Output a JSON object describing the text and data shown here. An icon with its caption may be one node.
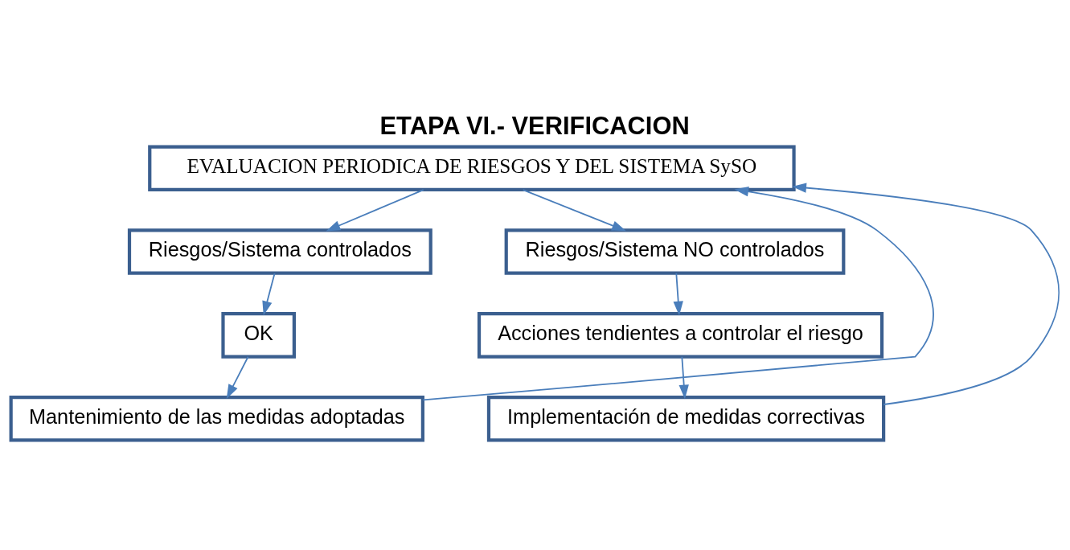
{
  "diagram": {
    "title": "ETAPA VI.- VERIFICACION",
    "nodes": [
      {
        "text": [
          "EVALUACION PERIODICA DE RIESGOS Y DEL SISTEMA SySO"
        ]
      },
      {
        "text": [
          "Riesgos/Sistema controlados"
        ]
      },
      {
        "text": [
          "Riesgos/Sistema NO controlados"
        ]
      },
      {
        "text": [
          "OK"
        ]
      },
      {
        "text": [
          "Acciones tendientes a controlar el riesgo"
        ]
      },
      {
        "text": [
          "Mantenimiento de las medidas adoptadas"
        ]
      },
      {
        "text": [
          "Implementación de medidas correctivas"
        ]
      }
    ],
    "edges": [
      {
        "from": 0,
        "to": 1,
        "arrow": "to"
      },
      {
        "from": 0,
        "to": 2,
        "arrow": "to"
      },
      {
        "from": 1,
        "to": 3,
        "arrow": "to"
      },
      {
        "from": 3,
        "to": 5,
        "arrow": "to"
      },
      {
        "from": 2,
        "to": 4,
        "arrow": "to"
      },
      {
        "from": 4,
        "to": 6,
        "arrow": "to"
      },
      {
        "from": 5,
        "to": 0,
        "arrow": "to"
      },
      {
        "from": 6,
        "to": 0,
        "arrow": "to"
      }
    ]
  }
}
